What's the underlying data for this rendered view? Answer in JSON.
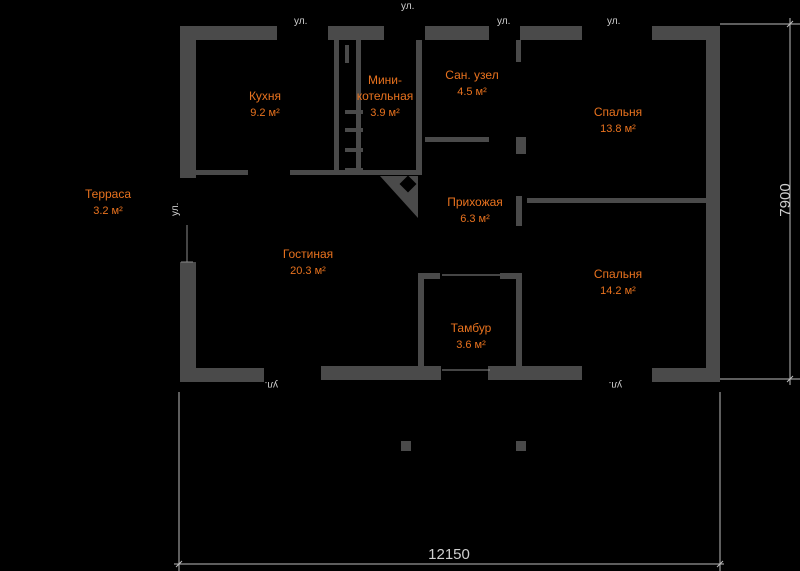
{
  "rooms": {
    "kitchen": {
      "name": "Кухня",
      "area": "9.2 м²"
    },
    "boiler": {
      "name_line1": "Мини-",
      "name_line2": "котельная",
      "area": "3.9 м²"
    },
    "bathroom": {
      "name": "Сан. узел",
      "area": "4.5 м²"
    },
    "bedroom1": {
      "name": "Спальня",
      "area": "13.8 м²"
    },
    "terrace": {
      "name": "Терраса",
      "area": "3.2 м²"
    },
    "hallway": {
      "name": "Прихожая",
      "area": "6.3 м²"
    },
    "living": {
      "name": "Гостиная",
      "area": "20.3 м²"
    },
    "bedroom2": {
      "name": "Спальня",
      "area": "14.2 м²"
    },
    "vestibule": {
      "name": "Тамбур",
      "area": "3.6 м²"
    }
  },
  "window_marks": {
    "top": [
      "ул.",
      "ул.",
      "ул.",
      "ул."
    ],
    "left": "ул.",
    "bottom": [
      "ул.",
      "ул."
    ]
  },
  "dimensions": {
    "width": "12150",
    "height": "7900"
  }
}
